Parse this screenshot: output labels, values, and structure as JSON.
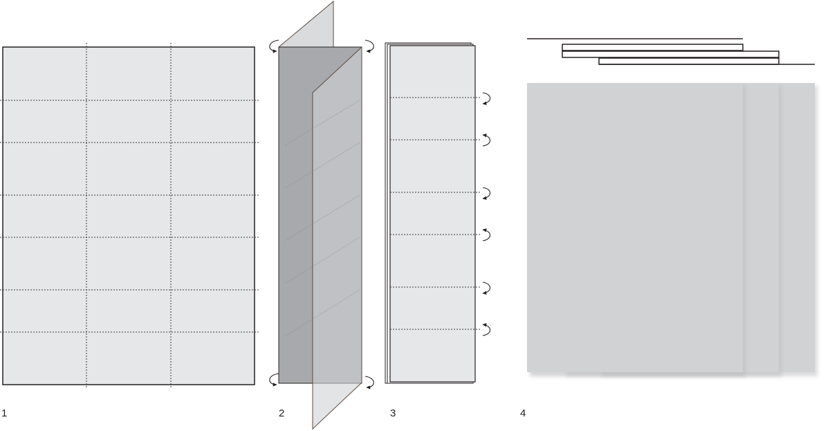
{
  "steps": [
    {
      "label": "1"
    },
    {
      "label": "2"
    },
    {
      "label": "3"
    },
    {
      "label": "4"
    }
  ],
  "colors": {
    "sheet_fill": "#e6e7e9",
    "dark_panel": "#a7a9ac",
    "transparent_panel": "#bcbec0",
    "stack_fill": "#d1d2d4",
    "stack_shadow": "#bdbec0",
    "outline": "#231f20",
    "fold_line": "#3a3a3a",
    "panel_edge": "#5b4a3f"
  },
  "icons": {
    "fold_arrow": "curved-fold-arrow-icon"
  }
}
